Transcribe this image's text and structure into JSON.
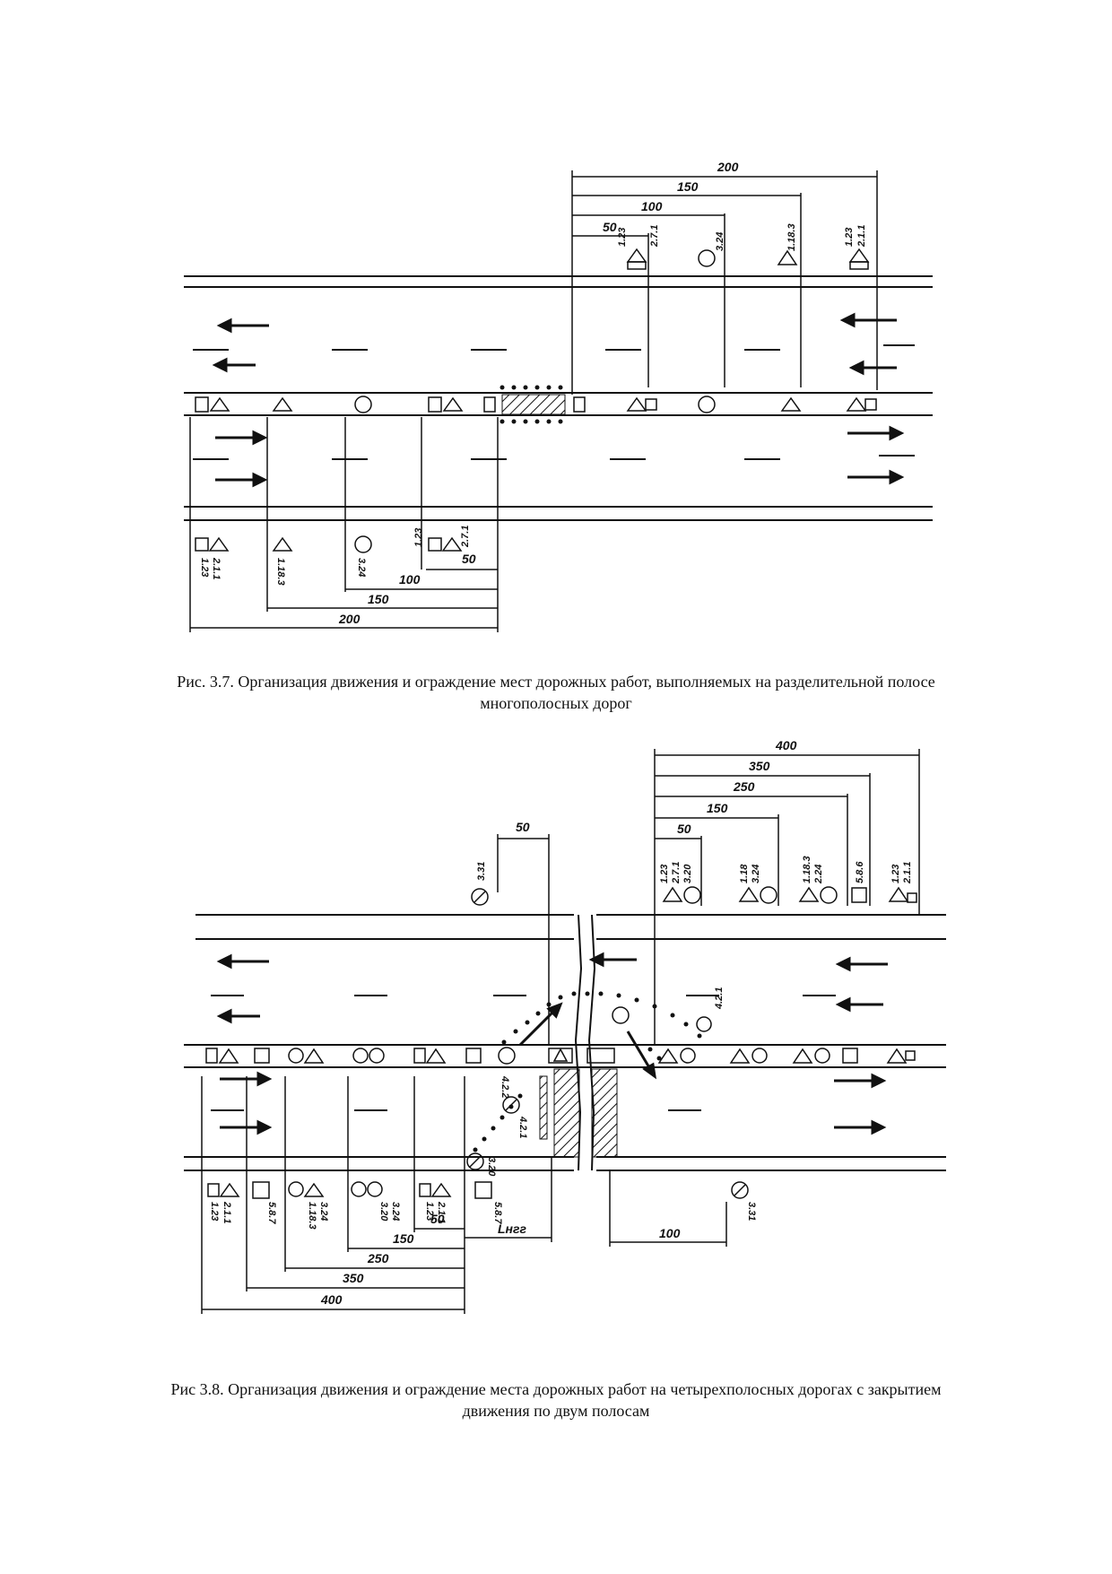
{
  "fig1": {
    "caption": "Рис. 3.7. Организация движения и ограждение мест дорожных работ, выполняемых на разделительной полосе многополосных дорог",
    "top_dims": [
      "200",
      "150",
      "100",
      "50"
    ],
    "bottom_dims": [
      "50",
      "100",
      "150",
      "200"
    ],
    "top_sign_codes": [
      "1.23",
      "2.7.1",
      "3.24",
      "1.18.3",
      "1.23",
      "2.1.1"
    ],
    "bottom_sign_codes": [
      "1.23",
      "2.1.1",
      "1.18.3",
      "3.24",
      "1.23",
      "2.7.1"
    ]
  },
  "fig2": {
    "caption": "Рис 3.8. Организация движения и ограждение места дорожных работ на четырехполосных дорогах с закрытием движения по двум полосам",
    "top_dims": [
      "400",
      "350",
      "250",
      "150",
      "50"
    ],
    "left_dim": "50",
    "bottom_dims": [
      "50",
      "150",
      "250",
      "350",
      "400"
    ],
    "l_label": "Lнгг",
    "right_bottom_dim": "100",
    "top_sign_codes": [
      "3.31",
      "1.23",
      "2.7.1",
      "3.20",
      "1.18",
      "3.24",
      "1.18.3",
      "2.24",
      "5.8.6",
      "1.23",
      "2.1.1",
      "4.2.1"
    ],
    "bottom_sign_codes": [
      "1.23",
      "2.1.1",
      "5.8.7",
      "1.18.3",
      "3.24",
      "3.20",
      "3.24",
      "1.23",
      "2.1.1",
      "5.8.7",
      "3.31",
      "4.2.2",
      "4.2.1",
      "3.20"
    ]
  }
}
